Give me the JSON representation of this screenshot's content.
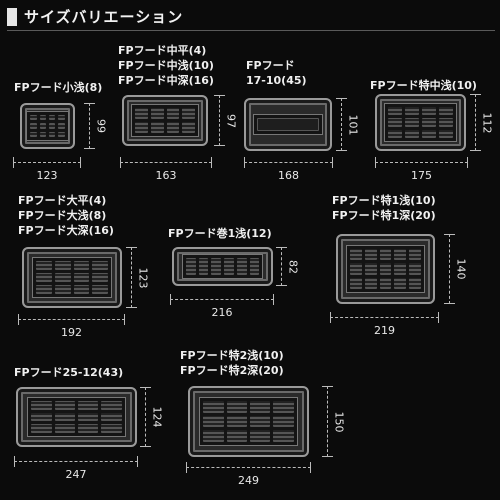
{
  "header": {
    "title": "サイズバリエーション"
  },
  "products": [
    {
      "id": "koasa",
      "labels": [
        "FPフード小浅(8)"
      ],
      "width": "123",
      "height": "99",
      "cells": [
        4,
        3
      ],
      "style": "grid"
    },
    {
      "id": "chuhira",
      "labels": [
        "FPフード中平(4)",
        "FPフード中浅(10)",
        "FPフード中深(16)"
      ],
      "width": "163",
      "height": "97",
      "cells": [
        4,
        2
      ],
      "style": "grid"
    },
    {
      "id": "1710",
      "labels": [
        "FPフード",
        "17-10(45)"
      ],
      "width": "168",
      "height": "101",
      "cells": [
        1,
        1
      ],
      "style": "flat"
    },
    {
      "id": "tokuchu",
      "labels": [
        "FPフード特中浅(10)"
      ],
      "width": "175",
      "height": "112",
      "cells": [
        4,
        3
      ],
      "style": "grid"
    },
    {
      "id": "ohira",
      "labels": [
        "FPフード大平(4)",
        "FPフード大浅(8)",
        "FPフード大深(16)"
      ],
      "width": "192",
      "height": "123",
      "cells": [
        4,
        3
      ],
      "style": "grid"
    },
    {
      "id": "maki",
      "labels": [
        "FPフード巻1浅(12)"
      ],
      "width": "216",
      "height": "82",
      "cells": [
        6,
        1
      ],
      "style": "grid"
    },
    {
      "id": "toku1",
      "labels": [
        "FPフード特1浅(10)",
        "FPフード特1深(20)"
      ],
      "width": "219",
      "height": "140",
      "cells": [
        5,
        3
      ],
      "style": "grid"
    },
    {
      "id": "2512",
      "labels": [
        "FPフード25-12(43)"
      ],
      "width": "247",
      "height": "124",
      "cells": [
        4,
        3
      ],
      "style": "grid"
    },
    {
      "id": "toku2",
      "labels": [
        "FPフード特2浅(10)",
        "FPフード特2深(20)"
      ],
      "width": "249",
      "height": "150",
      "cells": [
        4,
        3
      ],
      "style": "grid"
    }
  ]
}
